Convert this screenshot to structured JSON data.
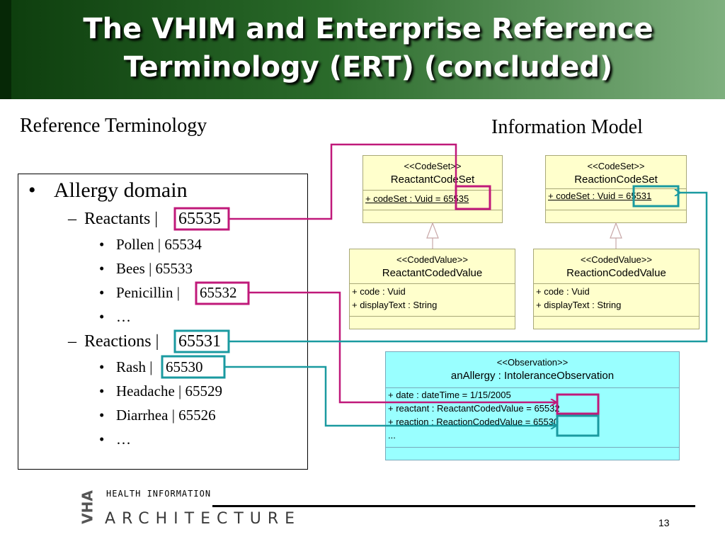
{
  "slide": {
    "title_line1": "The VHIM and Enterprise Reference",
    "title_line2": "Terminology (ERT) (concluded)",
    "left_heading": "Reference Terminology",
    "right_heading": "Information Model",
    "page_number": "13"
  },
  "terminology": {
    "domain": "Allergy domain",
    "bullet": "•",
    "dash": "–",
    "reactants_label": "Reactants |",
    "reactants_code": "65535",
    "reactant_items": [
      {
        "label": "Pollen | 65534"
      },
      {
        "label": "Bees | 65533"
      },
      {
        "label": "Penicillin |",
        "code": "65532"
      },
      {
        "label": "…"
      }
    ],
    "reactions_label": "Reactions |",
    "reactions_code": "65531",
    "reaction_items": [
      {
        "label": "Rash |",
        "code": "65530"
      },
      {
        "label": "Headache | 65529"
      },
      {
        "label": "Diarrhea | 65526"
      },
      {
        "label": "…"
      }
    ]
  },
  "model": {
    "reactant_codeset": {
      "stereotype": "<<CodeSet>>",
      "name": "ReactantCodeSet",
      "attr": "+ codeSet : Vuid = 65535"
    },
    "reaction_codeset": {
      "stereotype": "<<CodeSet>>",
      "name": "ReactionCodeSet",
      "attr": "+ codeSet : Vuid = 65531"
    },
    "reactant_codedvalue": {
      "stereotype": "<<CodedValue>>",
      "name": "ReactantCodedValue",
      "attrs": [
        "+ code : Vuid",
        "+ displayText : String"
      ]
    },
    "reaction_codedvalue": {
      "stereotype": "<<CodedValue>>",
      "name": "ReactionCodedValue",
      "attrs": [
        "+ code : Vuid",
        "+ displayText : String"
      ]
    },
    "observation": {
      "stereotype": "<<Observation>>",
      "name": "anAllergy : IntoleranceObservation",
      "attrs": [
        "+ date : dateTime = 1/15/2005",
        "+ reactant : ReactantCodedValue = 65532",
        "+ reaction : ReactionCodedValue = 65530",
        "..."
      ]
    }
  },
  "footer": {
    "logo": "VHA",
    "small": "HEALTH INFORMATION",
    "big": "ARCHITECTURE"
  },
  "colors": {
    "magenta": "#c0197a",
    "teal": "#1a9aa0"
  }
}
